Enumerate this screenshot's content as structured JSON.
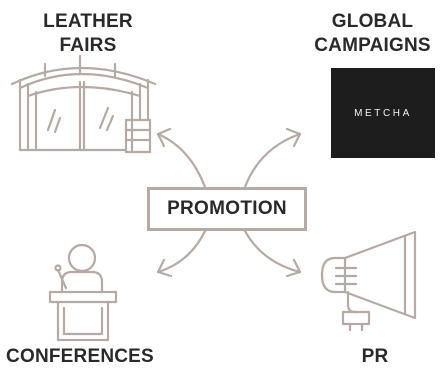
{
  "center": {
    "label": "PROMOTION"
  },
  "nodes": {
    "leather_fairs": {
      "line1": "LEATHER",
      "line2": "FAIRS",
      "icon": "exhibition-booth-icon"
    },
    "global_campaigns": {
      "line1": "GLOBAL",
      "line2": "CAMPAIGNS",
      "logo_text": "METCHA"
    },
    "conferences": {
      "label": "CONFERENCES",
      "icon": "speaker-podium-icon"
    },
    "pr": {
      "label": "PR",
      "icon": "megaphone-icon"
    }
  },
  "colors": {
    "line": "#b5aba4",
    "text": "#2a2a2a",
    "logo_bg": "#1d1d1d",
    "logo_text": "#f2f2f2"
  }
}
